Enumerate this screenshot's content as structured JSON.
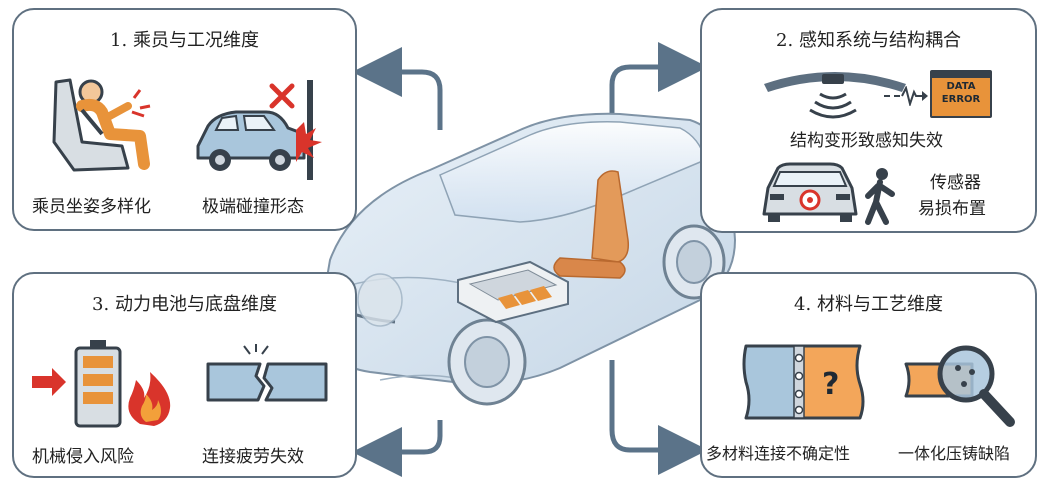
{
  "panels": {
    "crew": {
      "title": "1. 乘员与工况维度",
      "items": [
        "乘员坐姿多样化",
        "极端碰撞形态"
      ]
    },
    "perception": {
      "title": "2. 感知系统与结构耦合",
      "data_error": [
        "DATA",
        "ERROR"
      ],
      "caption": "结构变形致感知失效",
      "sensor_label": [
        "传感器",
        "易损布置"
      ]
    },
    "battery": {
      "title": "3. 动力电池与底盘维度",
      "items": [
        "机械侵入风险",
        "连接疲劳失效"
      ]
    },
    "material": {
      "title": "4. 材料与工艺维度",
      "items": [
        "多材料连接不确定性",
        "一体化压铸缺陷"
      ]
    }
  },
  "colors": {
    "panel_border": "#5f7080",
    "arrow": "#5b7389",
    "accent_orange": "#e8933a",
    "accent_red": "#d9342b",
    "steel_blue": "#7fb0cc"
  },
  "icons": [
    "seated-occupant-icon",
    "car-crash-icon",
    "radar-sensor-icon",
    "data-error-icon",
    "car-front-sensor-icon",
    "pedestrian-icon",
    "battery-intrusion-icon",
    "fire-icon",
    "cracked-beam-icon",
    "multi-material-joint-icon",
    "magnifier-casting-icon"
  ]
}
